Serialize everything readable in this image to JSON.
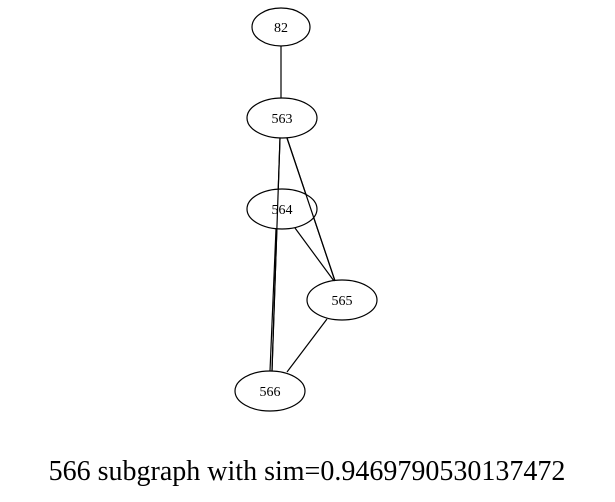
{
  "graph": {
    "nodes": [
      {
        "id": "82",
        "label": "82"
      },
      {
        "id": "563",
        "label": "563"
      },
      {
        "id": "564",
        "label": "564"
      },
      {
        "id": "565",
        "label": "565"
      },
      {
        "id": "566",
        "label": "566"
      }
    ],
    "edges": [
      {
        "source": "82",
        "target": "563"
      },
      {
        "source": "563",
        "target": "565"
      },
      {
        "source": "563",
        "target": "566"
      },
      {
        "source": "564",
        "target": "565"
      },
      {
        "source": "564",
        "target": "566"
      },
      {
        "source": "565",
        "target": "566"
      }
    ]
  },
  "caption": "566 subgraph with sim=0.9469790530137472"
}
